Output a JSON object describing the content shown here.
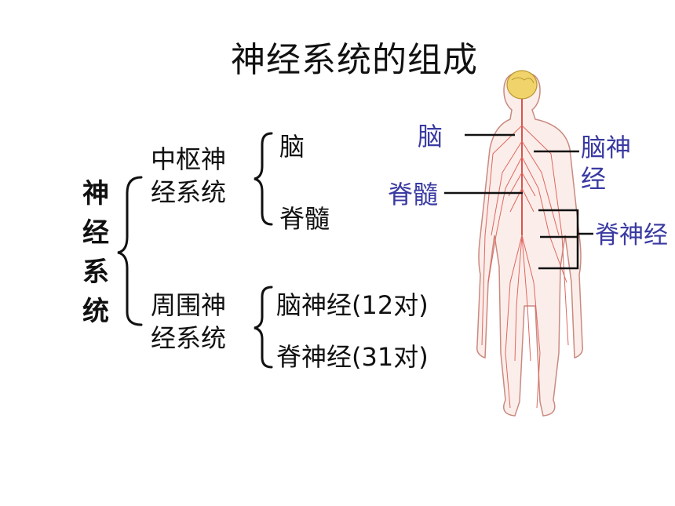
{
  "title": "神经系统的组成",
  "root": "神经系统",
  "central": {
    "label_line1": "中枢神",
    "label_line2": "经系统",
    "children": [
      "脑",
      "脊髓"
    ]
  },
  "peripheral": {
    "label_line1": "周围神",
    "label_line2": "经系统",
    "children": [
      "脑神经(12对)",
      "脊神经(31对)"
    ]
  },
  "figure_labels": {
    "brain": "脑",
    "spinal_cord": "脊髓",
    "cranial_nerves_line1": "脑神",
    "cranial_nerves_line2": "经",
    "spinal_nerves": "脊神经"
  },
  "colors": {
    "label": "#3a3aa2",
    "nerve": "#d9534f",
    "brain": "#f0d46b",
    "text": "#111111"
  }
}
